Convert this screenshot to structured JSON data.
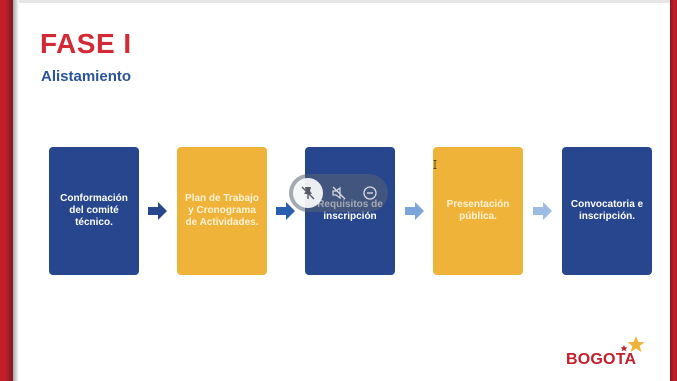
{
  "slide": {
    "title": "FASE I",
    "subtitle": "Alistamiento",
    "steps": [
      {
        "label": "Conformación del comité técnico.",
        "color": "#27468e"
      },
      {
        "label": "Plan de Trabajo y Cronograma de Actividades.",
        "color": "#f0b33a"
      },
      {
        "label": "Requisitos de inscripción",
        "color": "#27468e"
      },
      {
        "label": "Presentación pública.",
        "color": "#f0b33a"
      },
      {
        "label": "Convocatoria e inscripción.",
        "color": "#27468e"
      }
    ],
    "arrow_colors": [
      "#27468e",
      "#2a5fb0",
      "#7aa6dc",
      "#9cbce3"
    ]
  },
  "logo": {
    "text": "BOGOTA",
    "brand_color": "#c3202c",
    "star_color": "#f0b33a"
  },
  "overlay": {
    "icons": [
      "pin-off-icon",
      "mute-icon",
      "minimize-icon"
    ]
  }
}
